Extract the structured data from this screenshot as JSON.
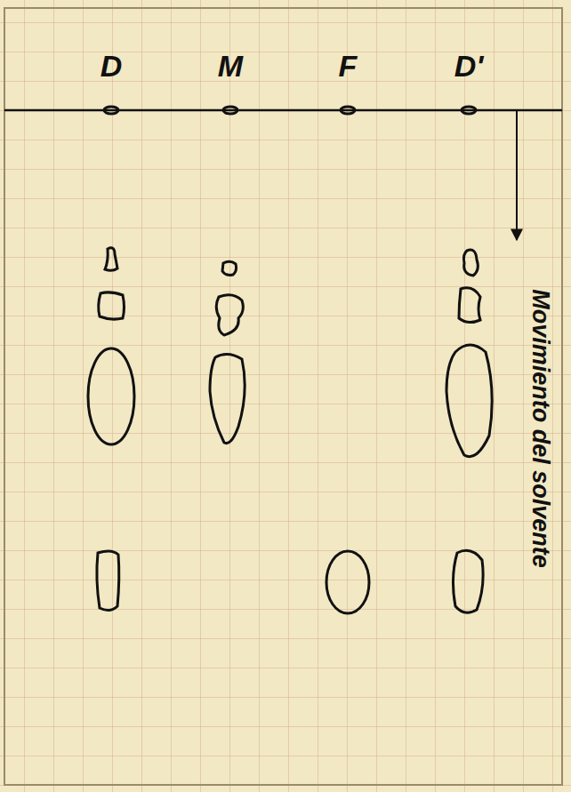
{
  "diagram": {
    "labels": [
      "D",
      "M",
      "F",
      "D'",
      "Movimiento del solvente"
    ]
  }
}
